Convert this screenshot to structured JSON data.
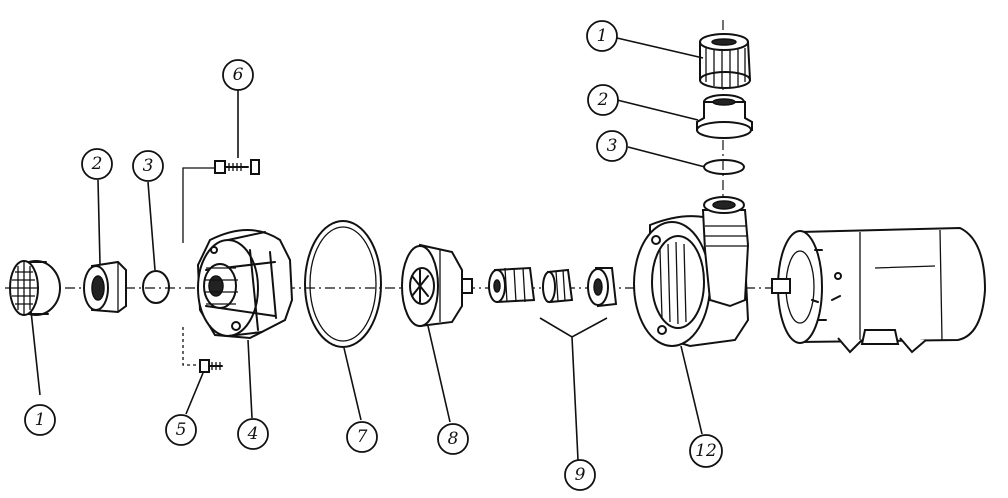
{
  "callouts": {
    "c1_left": "1",
    "c2_left": "2",
    "c3_left": "3",
    "c4": "4",
    "c5": "5",
    "c6": "6",
    "c7": "7",
    "c8": "8",
    "c9": "9",
    "c12": "12",
    "c1_top": "1",
    "c2_top": "2",
    "c3_top": "3"
  }
}
